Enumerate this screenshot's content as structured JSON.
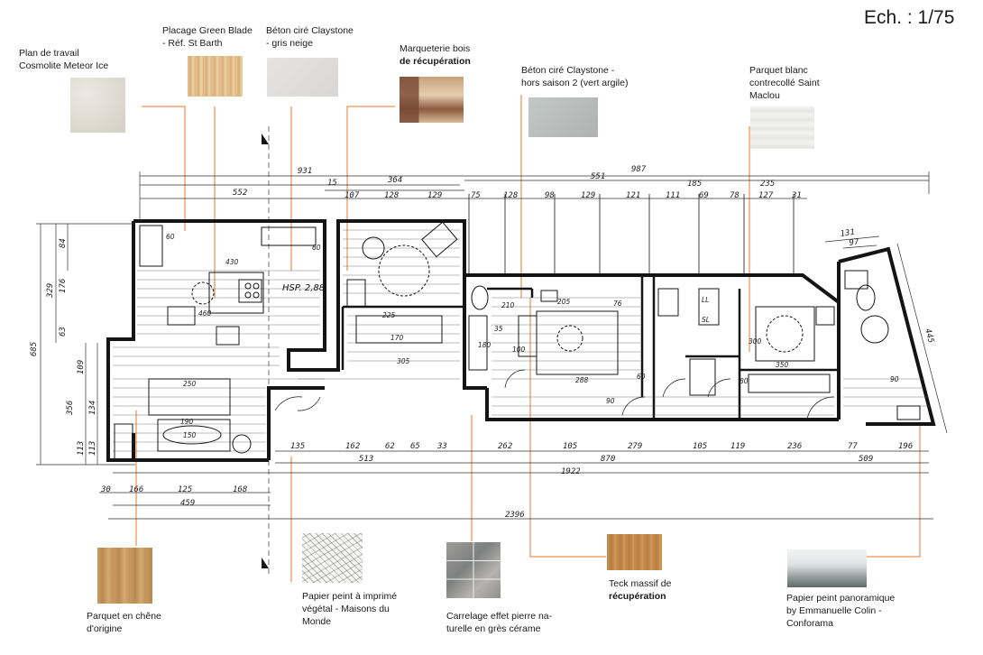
{
  "scale": "Ech. : 1/75",
  "materials": {
    "plan_travail": [
      "Plan de travail",
      "Cosmolite Meteor Ice"
    ],
    "placage": [
      "Placage Green Blade",
      "- Réf. St Barth"
    ],
    "beton_gris": [
      "Béton ciré Claystone",
      "- gris neige"
    ],
    "marqueterie": [
      "Marqueterie  bois",
      "de récupération"
    ],
    "beton_vert": [
      "Béton ciré  Claystone  -",
      "hors saison 2 (vert argile)"
    ],
    "parquet_blanc": [
      "Parquet blanc",
      "contrecollé Saint",
      "Maclou"
    ],
    "parquet_chene": [
      "Parquet en chêne",
      "d'origine"
    ],
    "papier_vegetal": [
      "Papier peint à imprimé",
      "végétal - Maisons du",
      "Monde"
    ],
    "carrelage": [
      "Carrelage effet pierre na-",
      "turelle en grès cérame"
    ],
    "teck": [
      "Teck massif de",
      "récupération"
    ],
    "papier_panoramique": [
      "Papier peint panoramique",
      "by Emmanuelle Colin -",
      "Conforama"
    ]
  },
  "dimensions_top": {
    "total_987": "987",
    "d_931": "931",
    "d_364": "364",
    "d_551": "551",
    "d_552": "552",
    "d_185": "185",
    "d_235": "235",
    "row": [
      "15",
      "107",
      "128",
      "129",
      "75",
      "128",
      "98",
      "129",
      "121",
      "111",
      "69",
      "78",
      "127",
      "31"
    ]
  },
  "dimensions_bottom": {
    "row1": [
      "135",
      "162",
      "62",
      "65",
      "33",
      "262",
      "105",
      "279",
      "105",
      "119",
      "236",
      "77",
      "196"
    ],
    "row2": [
      "513",
      "870",
      "509"
    ],
    "total_1922": "1922",
    "left_row": [
      "30",
      "166",
      "125",
      "168"
    ],
    "d_459": "459",
    "total_2396": "2396"
  },
  "dimensions_left": [
    "84",
    "176",
    "329",
    "63",
    "685",
    "109",
    "134",
    "356",
    "113",
    "113"
  ],
  "dimensions_right": [
    "131",
    "97",
    "445"
  ],
  "room_labels": {
    "hsp": "HSP. 2,88",
    "dims": [
      "430",
      "60",
      "60",
      "460",
      "250",
      "190",
      "150",
      "305",
      "225",
      "170",
      "205",
      "76",
      "100",
      "35",
      "180",
      "288",
      "300",
      "350",
      "60",
      "80",
      "90",
      "210",
      "90"
    ],
    "ll": "LL",
    "sl": "SL"
  },
  "colors": {
    "wall": "#141414",
    "line": "#e8772e",
    "dim": "#333333"
  }
}
